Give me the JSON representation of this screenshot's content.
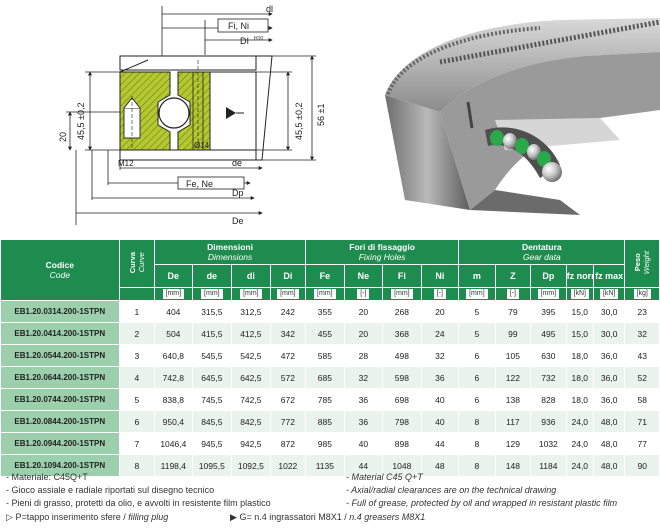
{
  "drawing": {
    "dims": {
      "dl": "dl",
      "fi_ni": "Fi, Ni",
      "di": "DI",
      "di_sup": "H10",
      "h_left": "45,5 ±0,2",
      "h_20": "20",
      "h_right": "45,5 ±0,2",
      "h_56": "56 ±1",
      "m12": "M12",
      "hole": "Ø14",
      "de": "de",
      "fe_ne": "Fe, Ne",
      "dp": "Dp",
      "De": "De"
    }
  },
  "table": {
    "groups": {
      "code": "Codice",
      "code_en": "Code",
      "curve": "Curva",
      "curve_en": "Curve",
      "dimensions": "Dimensioni",
      "dimensions_en": "Dimensions",
      "holes": "Fori di fissaggio",
      "holes_en": "Fixing Holes",
      "gear": "Dentatura",
      "gear_en": "Gear data",
      "peso": "Peso",
      "peso_en": "Weight"
    },
    "symbols": [
      "De",
      "de",
      "di",
      "Di",
      "Fe",
      "Ne",
      "Fi",
      "Ni",
      "m",
      "Z",
      "Dp",
      "fz norm",
      "fz max"
    ],
    "units": [
      "[mm]",
      "[mm]",
      "[mm]",
      "[mm]",
      "[mm]",
      "[-]",
      "[mm]",
      "[-]",
      "[mm]",
      "[-]",
      "[mm]",
      "[kN]",
      "[kN]",
      "[kg]"
    ],
    "rows": [
      [
        "EB1.20.0314.200-1STPN",
        "1",
        "404",
        "315,5",
        "312,5",
        "242",
        "355",
        "20",
        "268",
        "20",
        "5",
        "79",
        "395",
        "15,0",
        "30,0",
        "23"
      ],
      [
        "EB1.20.0414.200-1STPN",
        "2",
        "504",
        "415,5",
        "412,5",
        "342",
        "455",
        "20",
        "368",
        "24",
        "5",
        "99",
        "495",
        "15,0",
        "30,0",
        "32"
      ],
      [
        "EB1.20.0544.200-1STPN",
        "3",
        "640,8",
        "545,5",
        "542,5",
        "472",
        "585",
        "28",
        "498",
        "32",
        "6",
        "105",
        "630",
        "18,0",
        "36,0",
        "43"
      ],
      [
        "EB1.20.0644.200-1STPN",
        "4",
        "742,8",
        "645,5",
        "642,5",
        "572",
        "685",
        "32",
        "598",
        "36",
        "6",
        "122",
        "732",
        "18,0",
        "36,0",
        "52"
      ],
      [
        "EB1.20.0744.200-1STPN",
        "5",
        "838,8",
        "745,5",
        "742,5",
        "672",
        "785",
        "36",
        "698",
        "40",
        "6",
        "138",
        "828",
        "18,0",
        "36,0",
        "58"
      ],
      [
        "EB1.20.0844.200-1STPN",
        "6",
        "950,4",
        "845,5",
        "842,5",
        "772",
        "885",
        "36",
        "798",
        "40",
        "8",
        "117",
        "936",
        "24,0",
        "48,0",
        "71"
      ],
      [
        "EB1.20.0944.200-1STPN",
        "7",
        "1046,4",
        "945,5",
        "942,5",
        "872",
        "985",
        "40",
        "898",
        "44",
        "8",
        "129",
        "1032",
        "24,0",
        "48,0",
        "77"
      ],
      [
        "EB1.20.1094.200-1STPN",
        "8",
        "1198,4",
        "1095,5",
        "1092,5",
        "1022",
        "1135",
        "44",
        "1048",
        "48",
        "8",
        "148",
        "1184",
        "24,0",
        "48,0",
        "90"
      ]
    ]
  },
  "notes": {
    "it": [
      "- Materiale: C45Q+T",
      "- Gioco assiale e radiale riportati sul disegno tecnico",
      "- Pieni di grasso, protetti da olio, e avvolti in resistente film plastico"
    ],
    "en": [
      "- Material C45 Q+T",
      "- Axial/radial clearances are on the technical drawing",
      "- Full of grease, protected by oil and wrapped in resistant plastic film"
    ],
    "p_it": "P=tappo  inserimento sfere / ",
    "p_en": "filling plug",
    "g_it": "G= n.4 ingrassatori M8X1 / ",
    "g_en": "n.4 greasers M8X1"
  },
  "colors": {
    "header": "#1f8c4f",
    "code_bg": "#9cd0ad",
    "row_alt": "#eaf3ec",
    "section": "#b5c832"
  }
}
